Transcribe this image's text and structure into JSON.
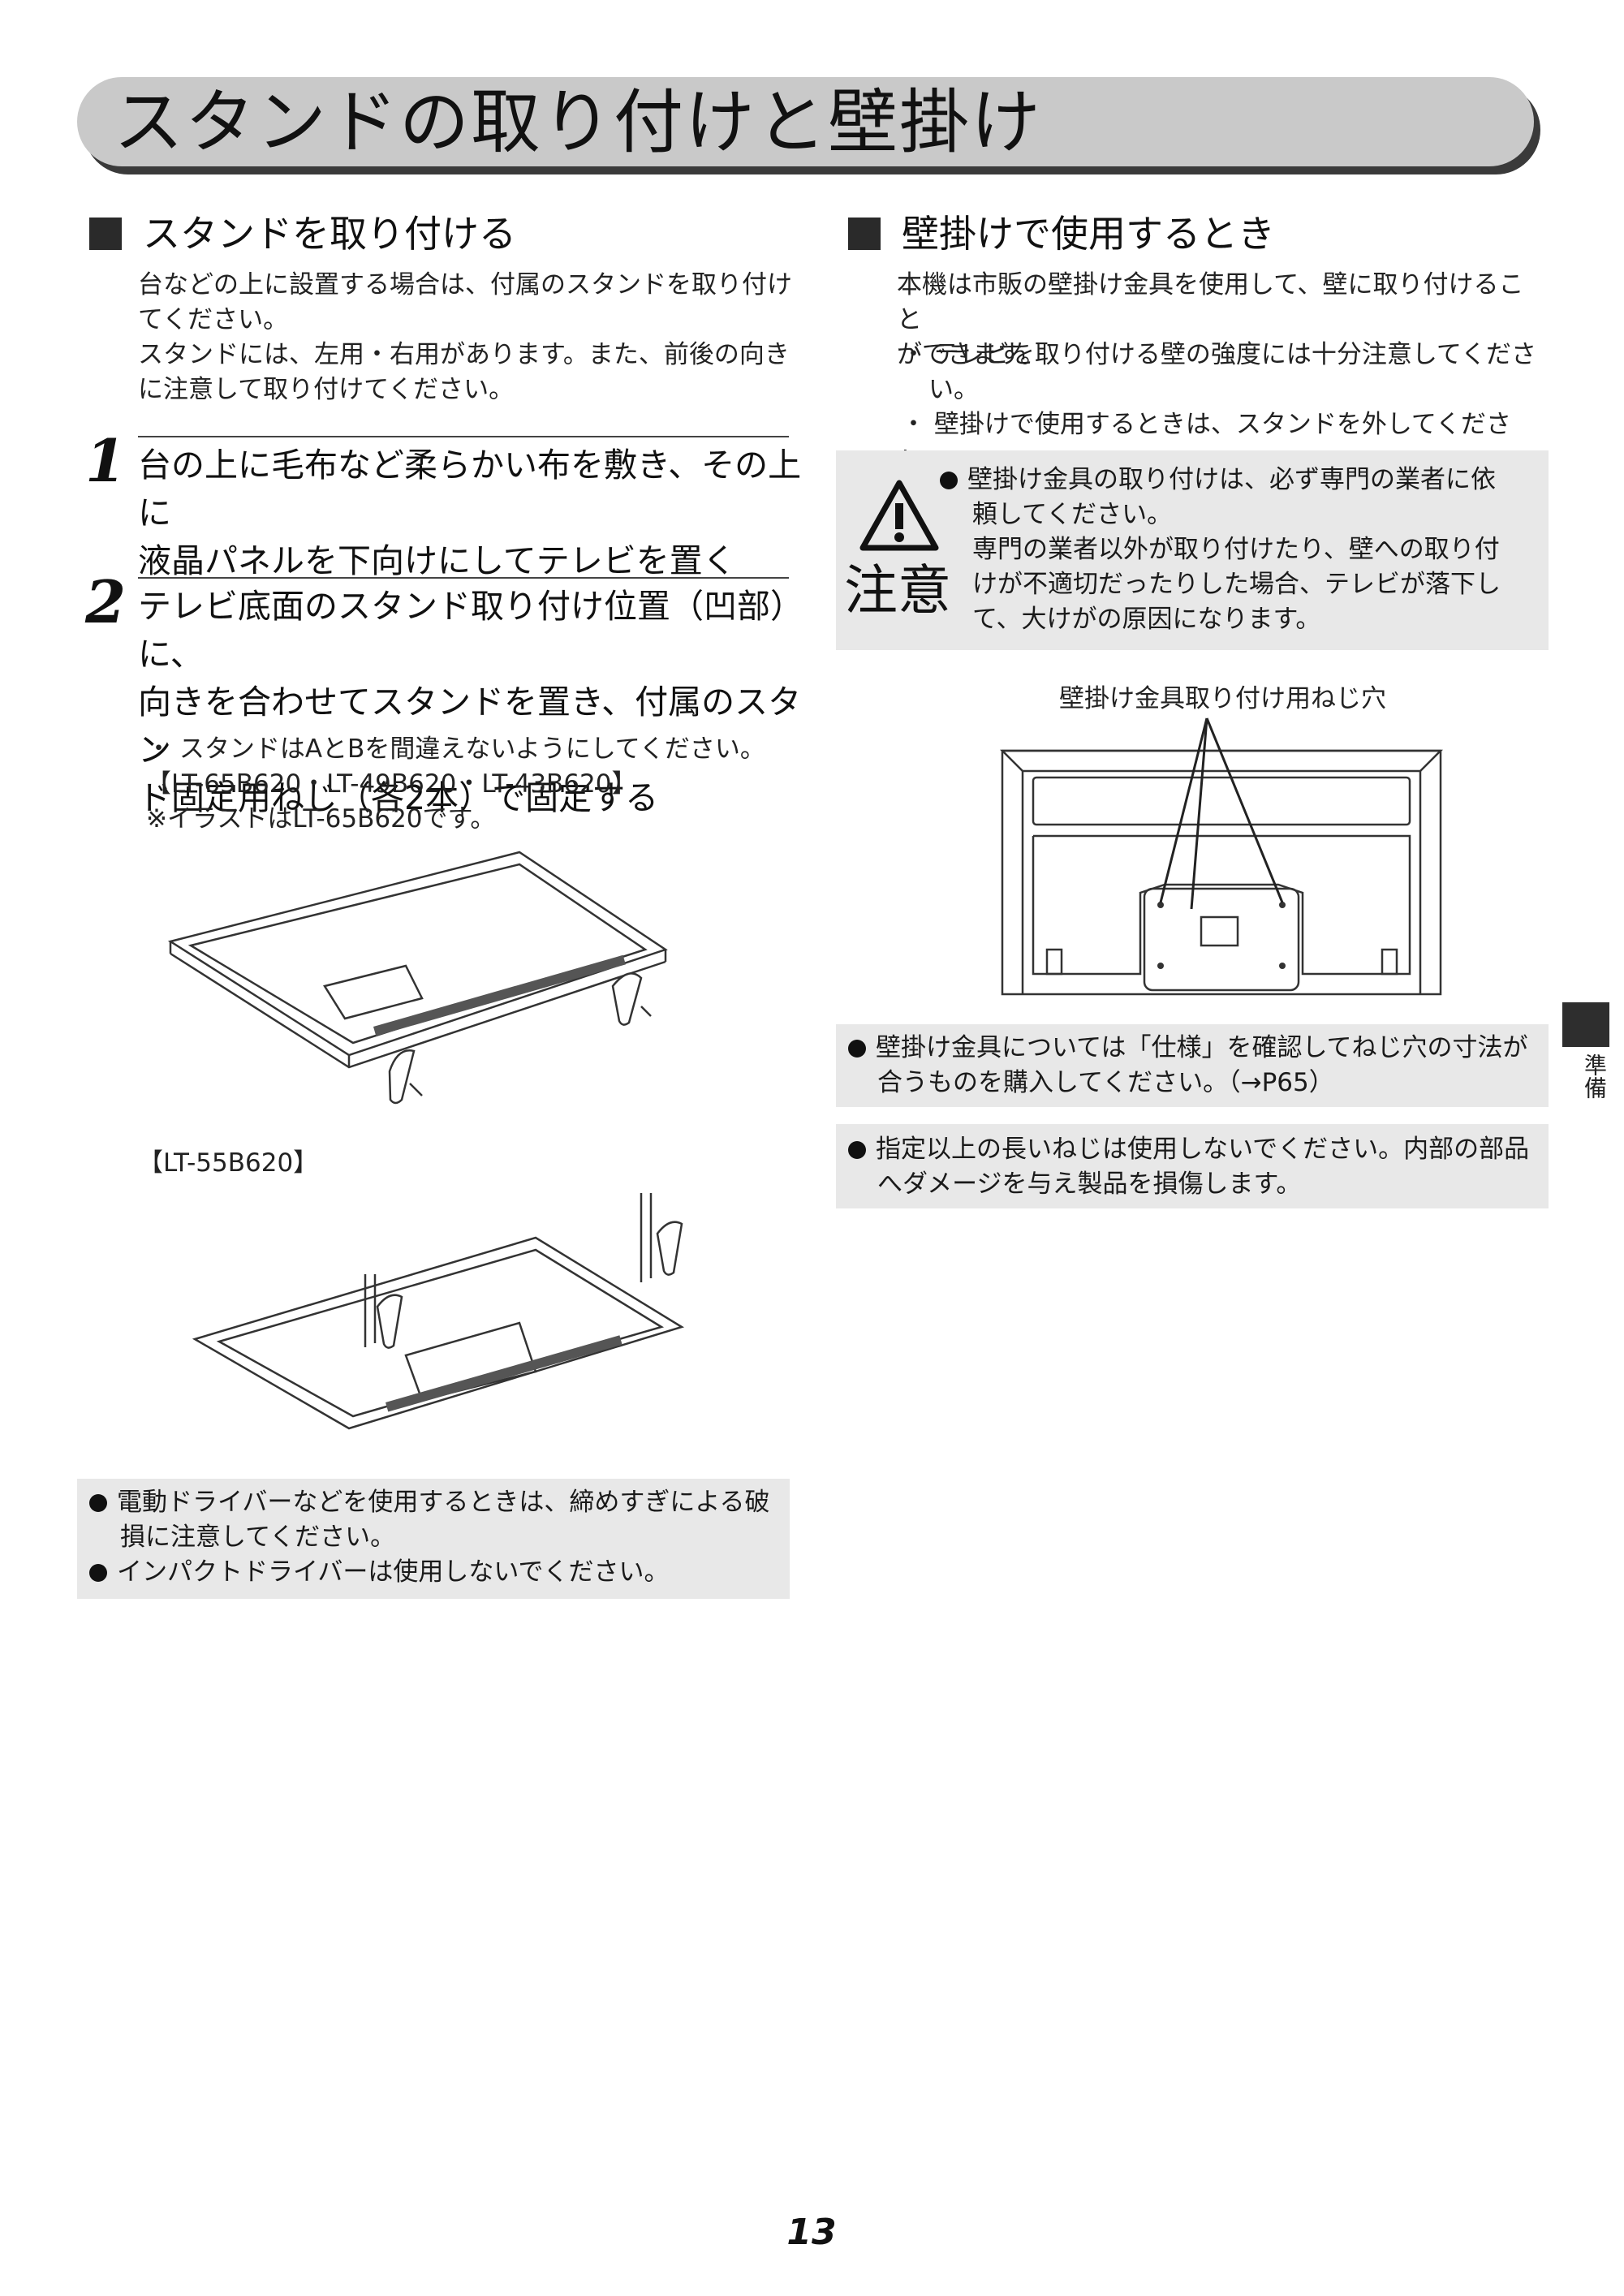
{
  "title": "スタンドの取り付けと壁掛け",
  "left": {
    "heading": "スタンドを取り付ける",
    "intro": [
      "台などの上に設置する場合は、付属のスタンドを取り付け",
      "てください。",
      "スタンドには、左用・右用があります。また、前後の向き",
      "に注意して取り付けてください。"
    ],
    "step1": {
      "num": "1",
      "text": [
        "台の上に毛布など柔らかい布を敷き、その上に",
        "液晶パネルを下向けにしてテレビを置く"
      ]
    },
    "step2": {
      "num": "2",
      "text": [
        "テレビ底面のスタンド取り付け位置（凹部）に、",
        "向きを合わせてスタンドを置き、付属のスタン",
        "ド固定用ねじ（各2本）で固定する"
      ]
    },
    "step2_notes": [
      "・ スタンドはAとBを間違えないようにしてください。",
      "【LT-65B620・LT-49B620・LT-43B620】",
      "※イラストはLT-65B620です。"
    ],
    "model_55": "【LT-55B620】",
    "notes": [
      "電動ドライバーなどを使用するときは、締めすぎによる破",
      "損に注意してください。",
      "インパクトドライバーは使用しないでください。"
    ]
  },
  "right": {
    "heading": "壁掛けで使用するとき",
    "intro": [
      "本機は市販の壁掛け金具を使用して、壁に取り付けること",
      "ができます。"
    ],
    "bullets": [
      "・ テレビを取り付ける壁の強度には十分注意してくださ",
      "い。",
      "・ 壁掛けで使用するときは、スタンドを外してください。"
    ],
    "caution_label": "注意",
    "caution_lines": [
      "壁掛け金具の取り付けは、必ず専門の業者に依",
      "頼してください。",
      "専門の業者以外が取り付けたり、壁への取り付",
      "けが不適切だったりした場合、テレビが落下し",
      "て、大けがの原因になります。"
    ],
    "diagram_label": "壁掛け金具取り付け用ねじ穴",
    "note1": [
      "壁掛け金具については「仕様」を確認してねじ穴の寸法が",
      "合うものを購入してください。（→P65）"
    ],
    "note2": [
      "指定以上の長いねじは使用しないでください。内部の部品",
      "へダメージを与え製品を損傷します。"
    ]
  },
  "side_tab": "準備",
  "page_number": "13"
}
